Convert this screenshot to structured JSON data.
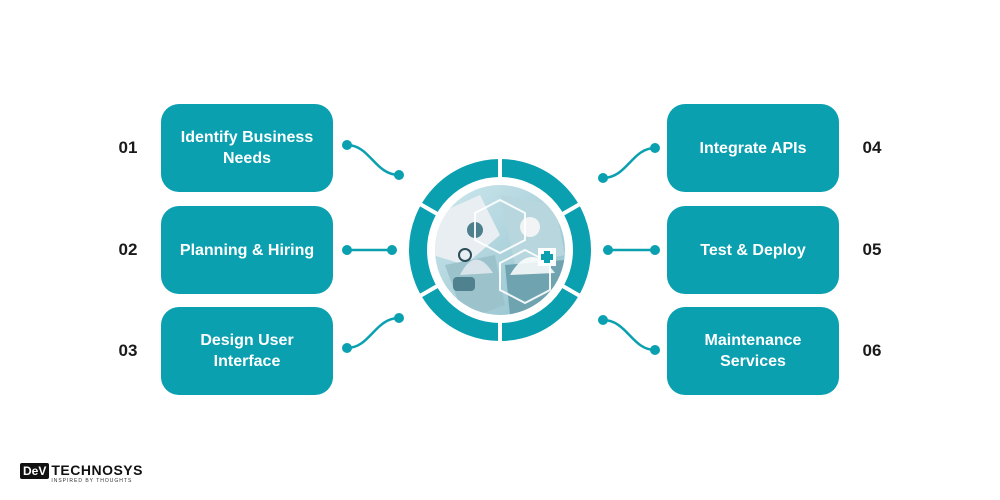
{
  "steps": [
    {
      "number": "01",
      "label": "Identify Business\nNeeds"
    },
    {
      "number": "02",
      "label": "Planning & Hiring"
    },
    {
      "number": "03",
      "label": "Design User\nInterface"
    },
    {
      "number": "04",
      "label": "Integrate APIs"
    },
    {
      "number": "05",
      "label": "Test & Deploy"
    },
    {
      "number": "06",
      "label": "Maintenance\nServices"
    }
  ],
  "logo": {
    "mark": "DeV",
    "name": "TECHNOSYS",
    "tagline": "INSPIRED BY THOUGHTS"
  },
  "colors": {
    "accent": "#0aa0b0",
    "text": "#1a1a1a"
  }
}
